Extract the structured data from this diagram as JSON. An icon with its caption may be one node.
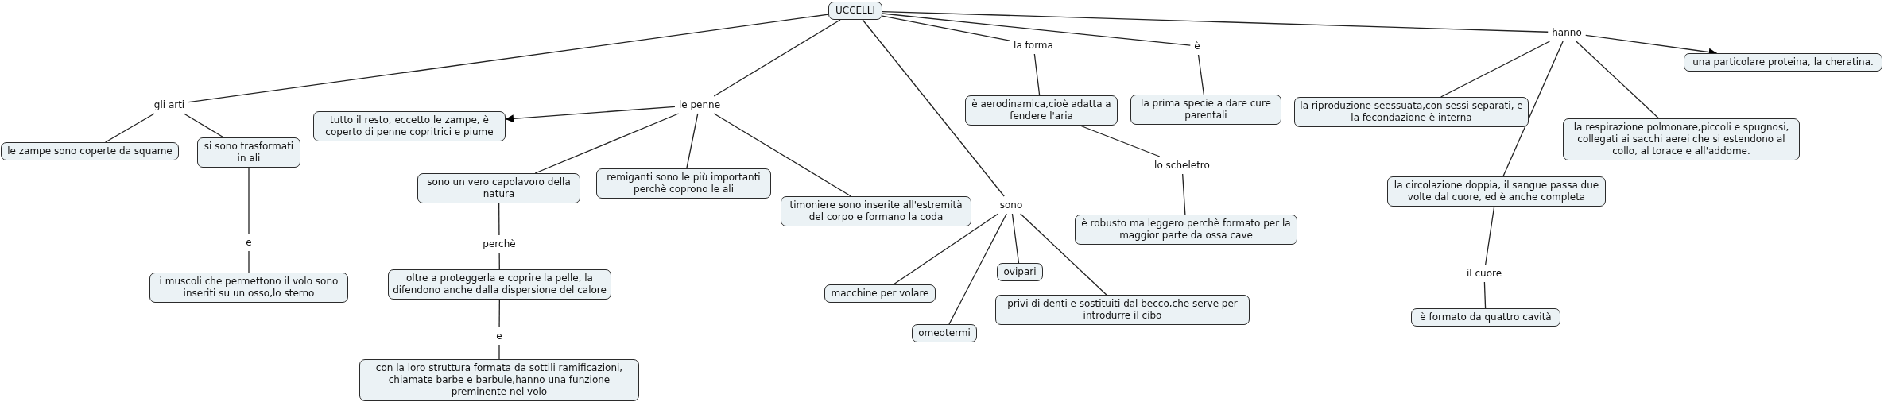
{
  "diagram": {
    "nodes": [
      {
        "text": [
          "UCCELLI"
        ]
      },
      {
        "text": [
          "gli arti"
        ]
      },
      {
        "text": [
          "le zampe sono coperte da squame"
        ]
      },
      {
        "text": [
          "si sono trasformati in ali"
        ]
      },
      {
        "text": [
          "e"
        ]
      },
      {
        "text": [
          "i muscoli che permettono il volo sono inseriti su un osso,lo sterno"
        ]
      },
      {
        "text": [
          "le penne"
        ]
      },
      {
        "text": [
          "tutto il resto, eccetto le zampe, è coperto di penne copritrici e piume"
        ]
      },
      {
        "text": [
          "sono un vero capolavoro della natura"
        ]
      },
      {
        "text": [
          "perchè"
        ]
      },
      {
        "text": [
          "oltre a proteggerla e coprire la pelle, la difendono anche dalla dispersione del calore"
        ]
      },
      {
        "text": [
          "e"
        ]
      },
      {
        "text": [
          "con la loro struttura formata da sottili ramificazioni, chiamate barbe e barbule,hanno una funzione preminente nel volo"
        ]
      },
      {
        "text": [
          "remiganti sono le più importanti perchè coprono le ali"
        ]
      },
      {
        "text": [
          "timoniere sono inserite all'estremità del corpo e formano la coda"
        ]
      },
      {
        "text": [
          "sono"
        ]
      },
      {
        "text": [
          "macchine per volare"
        ]
      },
      {
        "text": [
          "omeotermi"
        ]
      },
      {
        "text": [
          "ovipari"
        ]
      },
      {
        "text": [
          "privi di denti e sostituiti dal becco,che serve per introdurre il cibo"
        ]
      },
      {
        "text": [
          "la forma"
        ]
      },
      {
        "text": [
          "è aerodinamica,cioè adatta a fendere l'aria"
        ]
      },
      {
        "text": [
          "lo scheletro"
        ]
      },
      {
        "text": [
          "è robusto ma leggero perchè formato per la maggior parte da ossa cave"
        ]
      },
      {
        "text": [
          "è"
        ]
      },
      {
        "text": [
          "la prima specie a dare cure parentali"
        ]
      },
      {
        "text": [
          "hanno"
        ]
      },
      {
        "text": [
          "una particolare proteina, la cheratina."
        ]
      },
      {
        "text": [
          "la riproduzione seessuata,con sessi separati, e la fecondazione è interna"
        ]
      },
      {
        "text": [
          "la respirazione polmonare,piccoli e spugnosi, collegati ai sacchi aerei che si estendono al collo, al torace e all'addome."
        ]
      },
      {
        "text": [
          "la circolazione doppia, il sangue passa due volte dal cuore, ed è anche completa"
        ]
      },
      {
        "text": [
          "il cuore"
        ]
      },
      {
        "text": [
          "è formato da quattro cavità"
        ]
      }
    ],
    "edges": [
      {
        "from": 0,
        "to": 1,
        "arrow": "none"
      },
      {
        "from": 1,
        "to": 2,
        "arrow": "none"
      },
      {
        "from": 1,
        "to": 3,
        "arrow": "none"
      },
      {
        "from": 3,
        "to": 4,
        "arrow": "none"
      },
      {
        "from": 4,
        "to": 5,
        "arrow": "none"
      },
      {
        "from": 0,
        "to": 6,
        "arrow": "none"
      },
      {
        "from": 6,
        "to": 7,
        "arrow": "to"
      },
      {
        "from": 6,
        "to": 8,
        "arrow": "none"
      },
      {
        "from": 6,
        "to": 13,
        "arrow": "none"
      },
      {
        "from": 6,
        "to": 14,
        "arrow": "none"
      },
      {
        "from": 8,
        "to": 9,
        "arrow": "none"
      },
      {
        "from": 9,
        "to": 10,
        "arrow": "none"
      },
      {
        "from": 10,
        "to": 11,
        "arrow": "none"
      },
      {
        "from": 11,
        "to": 12,
        "arrow": "none"
      },
      {
        "from": 0,
        "to": 15,
        "arrow": "none"
      },
      {
        "from": 15,
        "to": 16,
        "arrow": "none"
      },
      {
        "from": 15,
        "to": 17,
        "arrow": "none"
      },
      {
        "from": 15,
        "to": 18,
        "arrow": "none"
      },
      {
        "from": 15,
        "to": 19,
        "arrow": "none"
      },
      {
        "from": 0,
        "to": 20,
        "arrow": "none"
      },
      {
        "from": 20,
        "to": 21,
        "arrow": "none"
      },
      {
        "from": 21,
        "to": 22,
        "arrow": "none"
      },
      {
        "from": 22,
        "to": 23,
        "arrow": "none"
      },
      {
        "from": 0,
        "to": 24,
        "arrow": "none"
      },
      {
        "from": 24,
        "to": 25,
        "arrow": "none"
      },
      {
        "from": 0,
        "to": 26,
        "arrow": "none"
      },
      {
        "from": 26,
        "to": 27,
        "arrow": "to"
      },
      {
        "from": 26,
        "to": 28,
        "arrow": "none"
      },
      {
        "from": 26,
        "to": 30,
        "arrow": "none"
      },
      {
        "from": 26,
        "to": 29,
        "arrow": "none"
      },
      {
        "from": 30,
        "to": 31,
        "arrow": "none"
      },
      {
        "from": 31,
        "to": 32,
        "arrow": "none"
      }
    ]
  }
}
